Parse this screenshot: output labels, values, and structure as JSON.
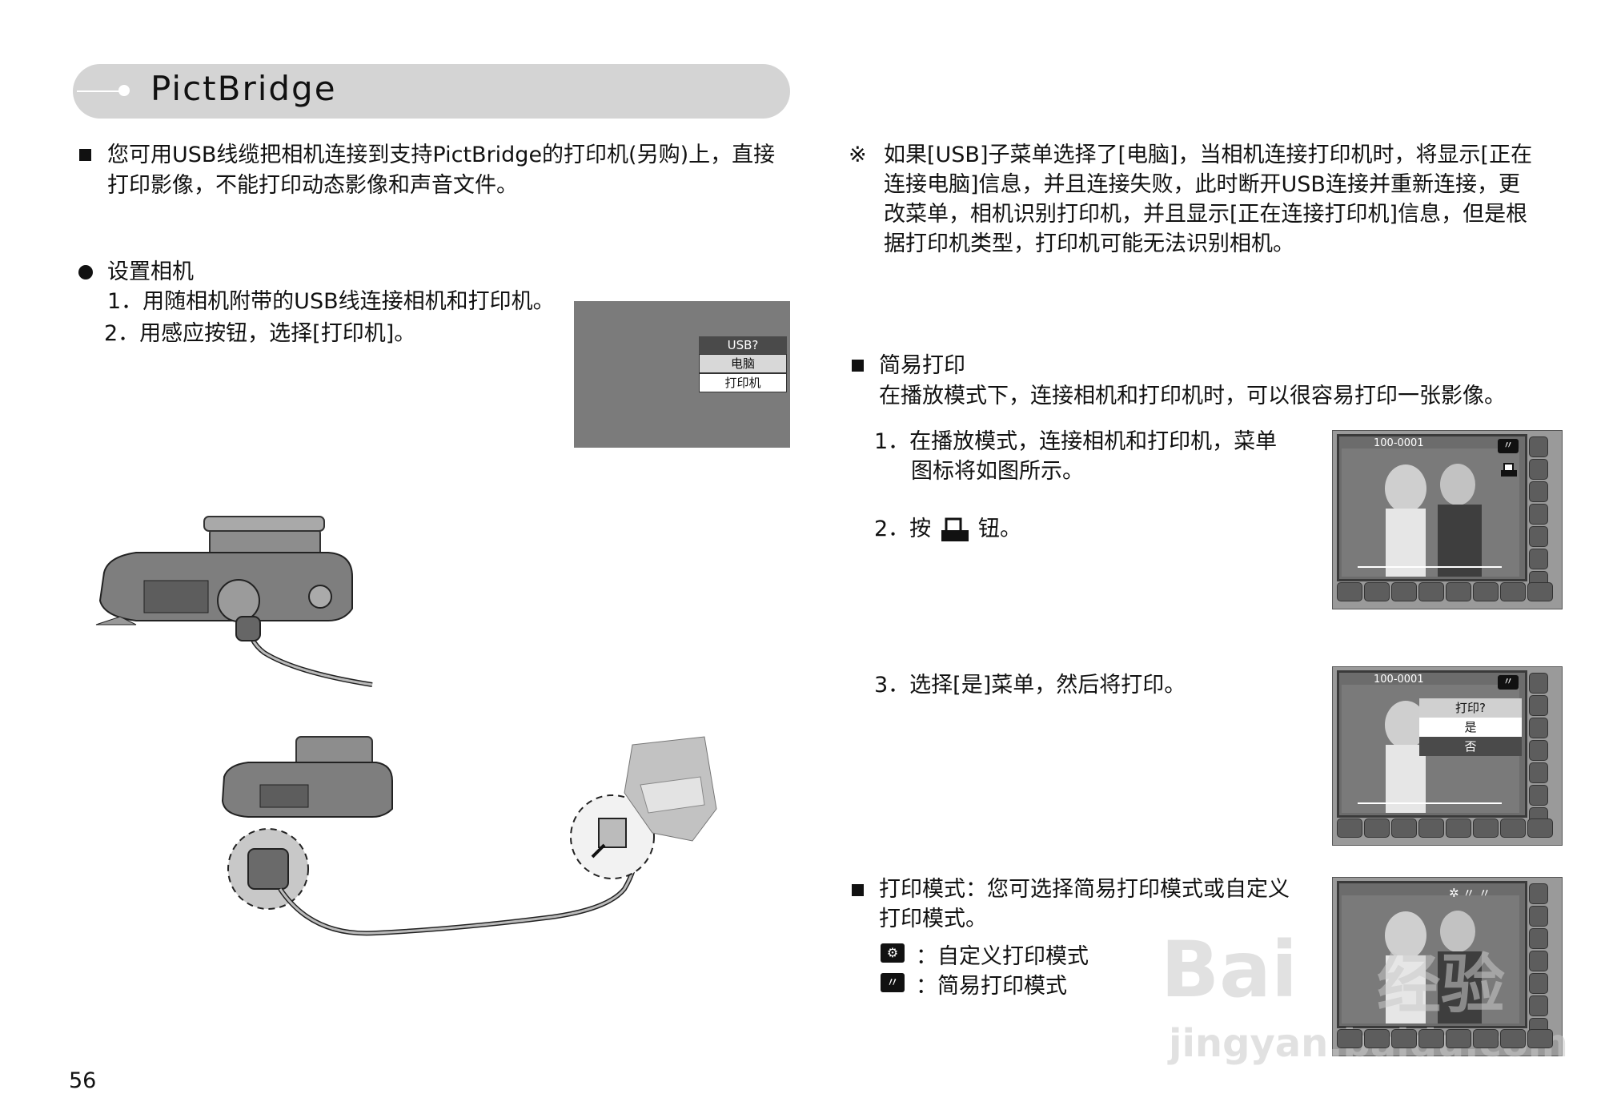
{
  "header": {
    "title": "PictBridge"
  },
  "left": {
    "intro_line1": "您可用USB线缆把相机连接到支持PictBridge的打印机(另购)上，直接",
    "intro_line2": "打印影像，不能打印动态影像和声音文件。",
    "setup_heading": "设置相机",
    "step1": "1．用随相机附带的USB线连接相机和打印机。",
    "step2": "2．用感应按钮，选择[打印机]。",
    "usb_menu": {
      "title": "USB?",
      "option1": "电脑",
      "option2": "打印机"
    }
  },
  "right": {
    "note_mark": "※",
    "note_line1": "如果[USB]子菜单选择了[电脑]，当相机连接打印机时，将显示[正在",
    "note_line2": "连接电脑]信息，并且连接失败，此时断开USB连接并重新连接，更",
    "note_line3": "改菜单，相机识别打印机，并且显示[正在连接打印机]信息，但是根",
    "note_line4": "据打印机类型，打印机可能无法识别相机。",
    "easy_heading": "简易打印",
    "easy_desc": "在播放模式下，连接相机和打印机时，可以很容易打印一张影像。",
    "easy_step1_line1": "1．在播放模式，连接相机和打印机，菜单",
    "easy_step1_line2": "图标将如图所示。",
    "easy_step2_prefix": "2．按",
    "easy_step2_suffix": "钮。",
    "easy_step3": "3．选择[是]菜单，然后将打印。",
    "lcd_counter": "100-0001",
    "print_menu": {
      "title": "打印?",
      "yes": "是",
      "no": "否"
    },
    "mode_heading_line1": "打印模式：您可选择简易打印模式或自定义",
    "mode_heading_line2": "打印模式。",
    "custom_mode": "：自定义打印模式",
    "easy_mode": "：简易打印模式"
  },
  "page_number": "56",
  "watermark": {
    "brand": "Bai",
    "brand2": "经验",
    "url": "jingyan.baidu.com"
  }
}
